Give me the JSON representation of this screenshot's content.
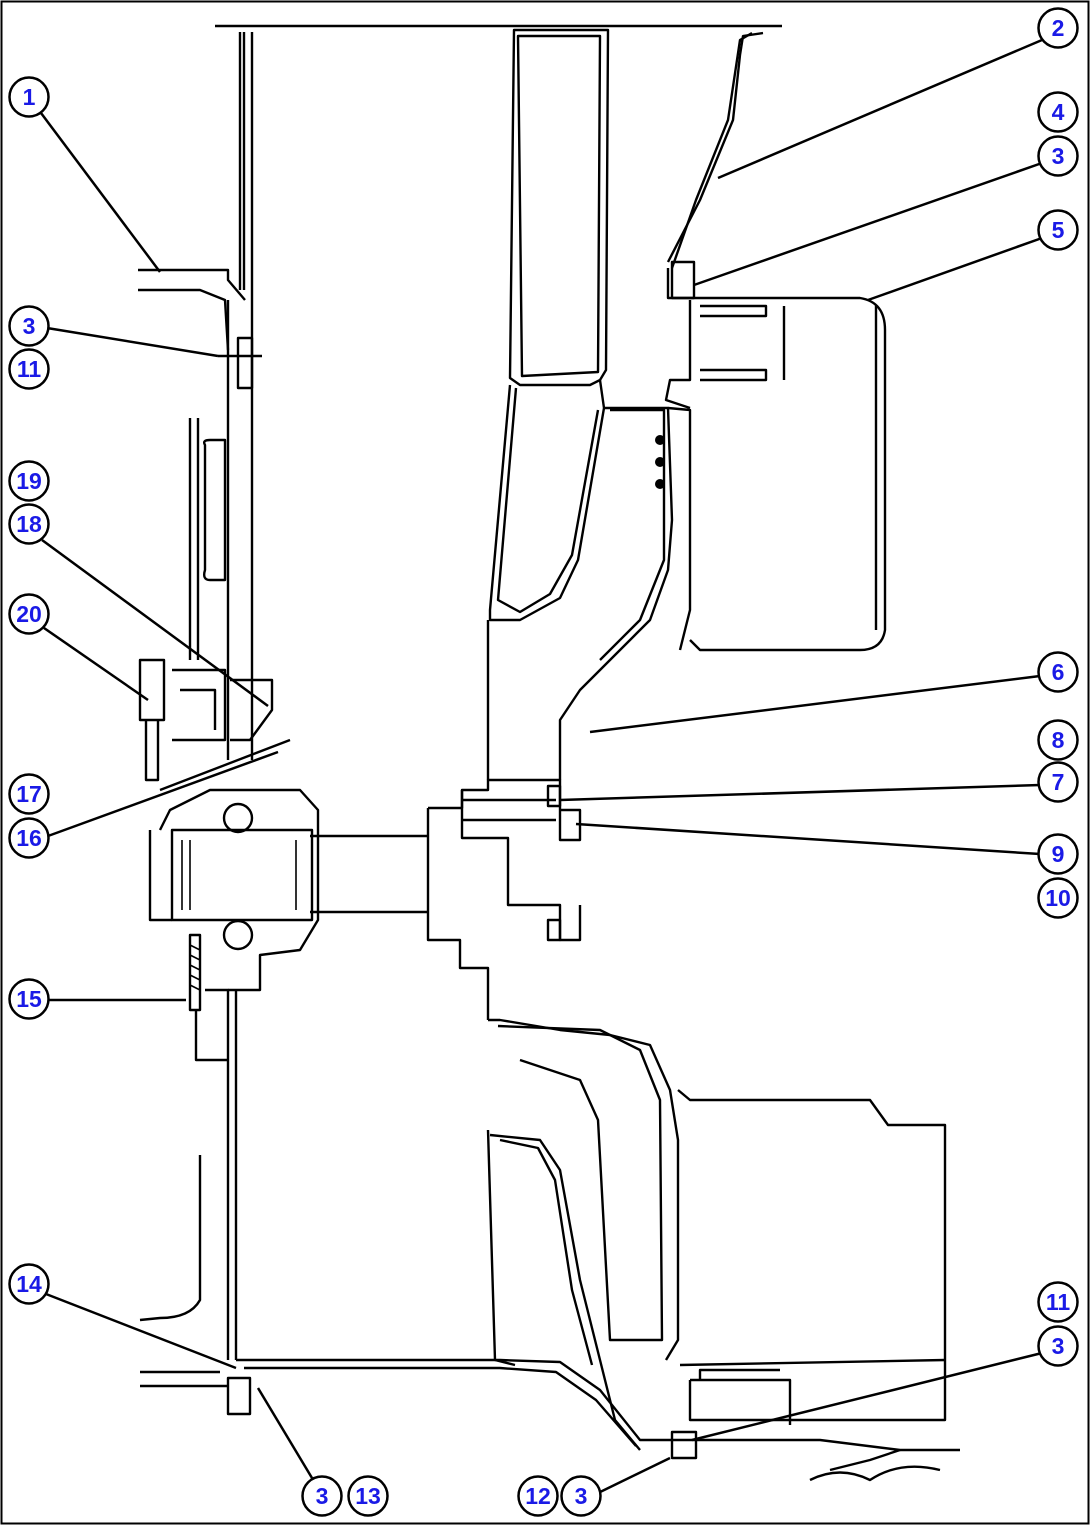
{
  "colors": {
    "callout_text": "#1a1ae6",
    "ink": "#000000",
    "background": "#ffffff"
  },
  "callouts": [
    {
      "id": "c-1",
      "label": "1"
    },
    {
      "id": "c-2",
      "label": "2"
    },
    {
      "id": "c-4",
      "label": "4"
    },
    {
      "id": "c-3a",
      "label": "3"
    },
    {
      "id": "c-5",
      "label": "5"
    },
    {
      "id": "c-3b",
      "label": "3"
    },
    {
      "id": "c-11a",
      "label": "11"
    },
    {
      "id": "c-19",
      "label": "19"
    },
    {
      "id": "c-18",
      "label": "18"
    },
    {
      "id": "c-20",
      "label": "20"
    },
    {
      "id": "c-6",
      "label": "6"
    },
    {
      "id": "c-8",
      "label": "8"
    },
    {
      "id": "c-7",
      "label": "7"
    },
    {
      "id": "c-17",
      "label": "17"
    },
    {
      "id": "c-16",
      "label": "16"
    },
    {
      "id": "c-9",
      "label": "9"
    },
    {
      "id": "c-10",
      "label": "10"
    },
    {
      "id": "c-15",
      "label": "15"
    },
    {
      "id": "c-14",
      "label": "14"
    },
    {
      "id": "c-11b",
      "label": "11"
    },
    {
      "id": "c-3c",
      "label": "3"
    },
    {
      "id": "c-3d",
      "label": "3"
    },
    {
      "id": "c-13",
      "label": "13"
    },
    {
      "id": "c-12",
      "label": "12"
    },
    {
      "id": "c-3e",
      "label": "3"
    }
  ]
}
